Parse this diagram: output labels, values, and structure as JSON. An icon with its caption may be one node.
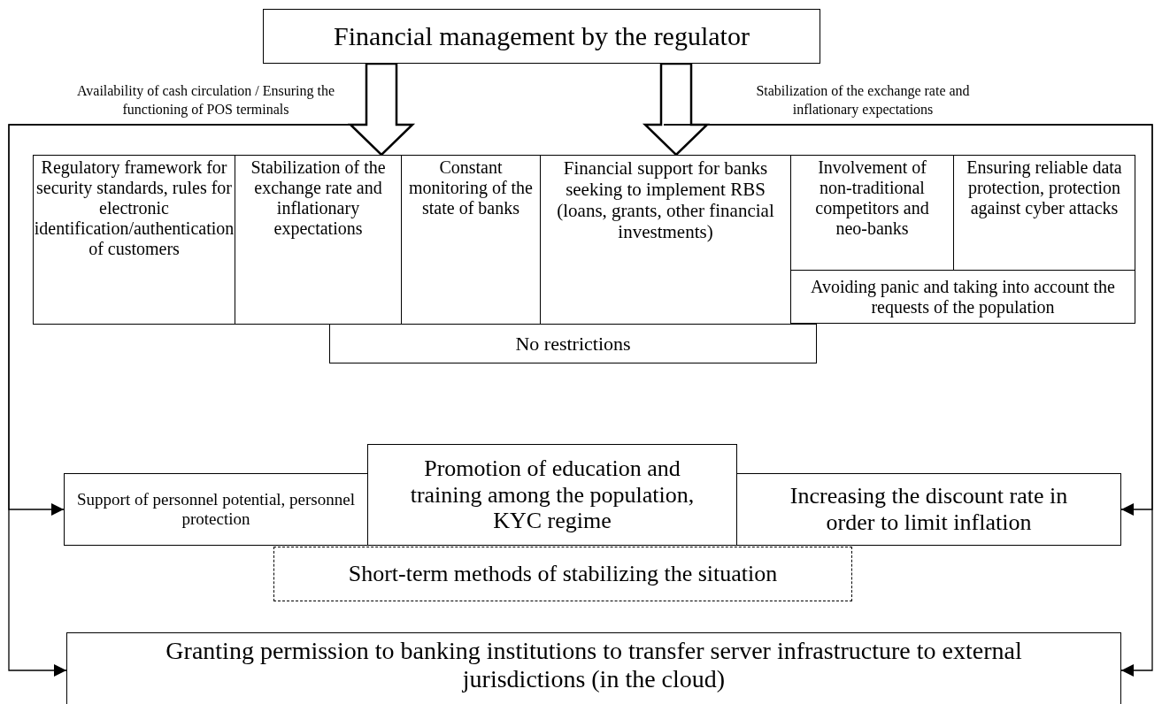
{
  "diagram": {
    "nodes": [
      {
        "text": [
          "Financial management by the regulator"
        ]
      },
      {
        "text": [
          "Regulatory framework for security standards, rules for electronic identification/authentication of customers"
        ]
      },
      {
        "text": [
          "Stabilization of the exchange rate and inflationary expectations"
        ]
      },
      {
        "text": [
          "Constant monitoring of the state of banks"
        ]
      },
      {
        "text": [
          "Financial support for banks seeking to implement RBS (loans, grants, other financial investments)"
        ]
      },
      {
        "text": [
          "Involvement of non-traditional competitors and neo-banks"
        ]
      },
      {
        "text": [
          "Ensuring reliable data protection, protection against cyber attacks"
        ]
      },
      {
        "text": [
          "Avoiding panic and taking into account the requests of the population"
        ]
      },
      {
        "text": [
          "No restrictions"
        ]
      },
      {
        "text": [
          "Support of personnel potential, personnel protection"
        ]
      },
      {
        "text": [
          "Promotion of education and training among the population, KYC regime"
        ]
      },
      {
        "text": [
          "Increasing the discount rate in order to limit inflation"
        ]
      },
      {
        "text": [
          "Short-term methods of stabilizing the situation"
        ]
      },
      {
        "text": [
          "Granting permission to banking institutions to transfer server infrastructure to external jurisdictions (in the cloud)"
        ]
      }
    ],
    "edges": [
      {
        "from": 0,
        "to": 2,
        "arrow": "to",
        "style": "thick"
      },
      {
        "from": 0,
        "to": 4,
        "arrow": "to",
        "style": "thick"
      },
      {
        "from": null,
        "to": 9,
        "arrow": "to",
        "label": "Availability of cash circulation / Ensuring the functioning of POS terminals"
      },
      {
        "from": null,
        "to": 13,
        "arrow": "to"
      },
      {
        "from": null,
        "to": 11,
        "arrow": "to",
        "label": "Stabilization of the exchange rate and inflationary expectations"
      },
      {
        "from": null,
        "to": 13,
        "arrow": "to"
      }
    ]
  }
}
